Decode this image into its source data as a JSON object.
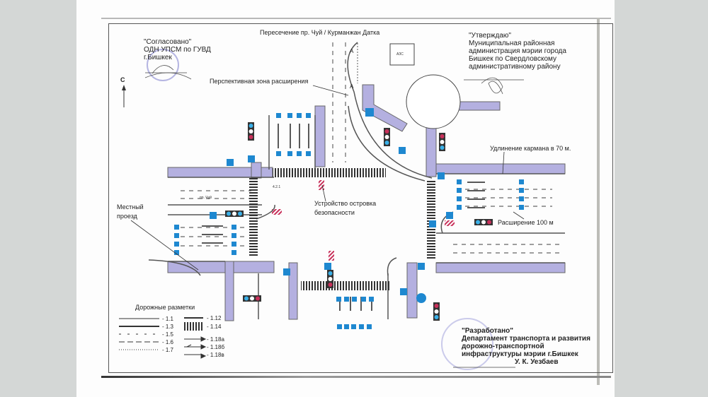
{
  "document": {
    "title": "Пересечение пр. Чуй / Курманжан Датка",
    "north_label": "С",
    "approved_left": {
      "lines": [
        "\"Согласовано\"",
        "ОДН УПСМ по ГУВД",
        "г.Бишкек"
      ]
    },
    "approved_right": {
      "lines": [
        "\"Утверждаю\"",
        "Муниципальная районная",
        "администрация мэрии города",
        "Бишкек по Свердловскому",
        "административному району"
      ]
    },
    "developed": {
      "lines": [
        "\"Разработано\"",
        "Департамент транспорта и развития",
        "дорожно-транспортной",
        "инфраструктуры мэрии г.Бишкек",
        "У. К. Уезбаев"
      ]
    }
  },
  "annotations": {
    "expansion_zone": "Перспективная зона расширения",
    "gas_station": "АЗС",
    "section_a_top": "А",
    "section_a_bottom": "А",
    "pocket_extension": "Удлинение кармана в 70 м.",
    "widening": "Расширение 100 м",
    "safety_island_1": "Устройство островка",
    "safety_island_2": "безопасности",
    "local_passage_1": "Местный",
    "local_passage_2": "проезд",
    "street_label": "пр. Чуй",
    "sign_code": "4.2.1"
  },
  "legend": {
    "title": "Дорожные разметки",
    "items_left": [
      {
        "code": "- 1.1",
        "style": "solid"
      },
      {
        "code": "- 1.3",
        "style": "double"
      },
      {
        "code": "- 1.5",
        "style": "short-dash"
      },
      {
        "code": "- 1.6",
        "style": "long-dash"
      },
      {
        "code": "- 1.7",
        "style": "dotted"
      }
    ],
    "items_right": [
      {
        "code": "- 1.12",
        "style": "stop-line"
      },
      {
        "code": "- 1.14",
        "style": "zebra"
      },
      {
        "code": "- 1.18а",
        "style": "arrow-straight"
      },
      {
        "code": "- 1.18б",
        "style": "arrow-straight-left"
      },
      {
        "code": "- 1.18в",
        "style": "arrow-right"
      }
    ]
  },
  "colors": {
    "road_fill": "#b4b0e0",
    "sign_blue": "#1e88d0",
    "signal_red": "#c8305a",
    "signal_blue": "#3ab0e8",
    "page_bg": "#d4d7d6"
  }
}
